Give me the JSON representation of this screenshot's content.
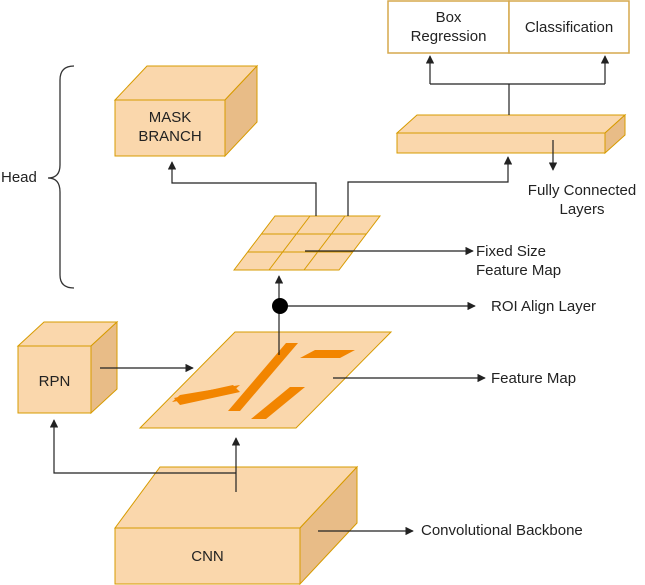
{
  "colors": {
    "box_fill": "#fad7ac",
    "box_side": "#e8bc87",
    "box_stroke": "#d79b00",
    "accent": "#f28500",
    "line": "#333333",
    "classifier_stroke": "#d6a94d"
  },
  "head": {
    "label": "Head"
  },
  "mask_branch": {
    "line1": "MASK",
    "line2": "BRANCH"
  },
  "box_regression": {
    "line1": "Box",
    "line2": "Regression"
  },
  "classification": {
    "label": "Classification"
  },
  "fully_connected": {
    "line1": "Fully Connected",
    "line2": "Layers"
  },
  "fixed_size": {
    "line1": "Fixed Size",
    "line2": "Feature Map"
  },
  "roi_align": {
    "label": "ROI Align Layer"
  },
  "rpn": {
    "label": "RPN"
  },
  "feature_map": {
    "label": "Feature Map"
  },
  "cnn": {
    "label": "CNN"
  },
  "backbone": {
    "label": "Convolutional Backbone"
  }
}
